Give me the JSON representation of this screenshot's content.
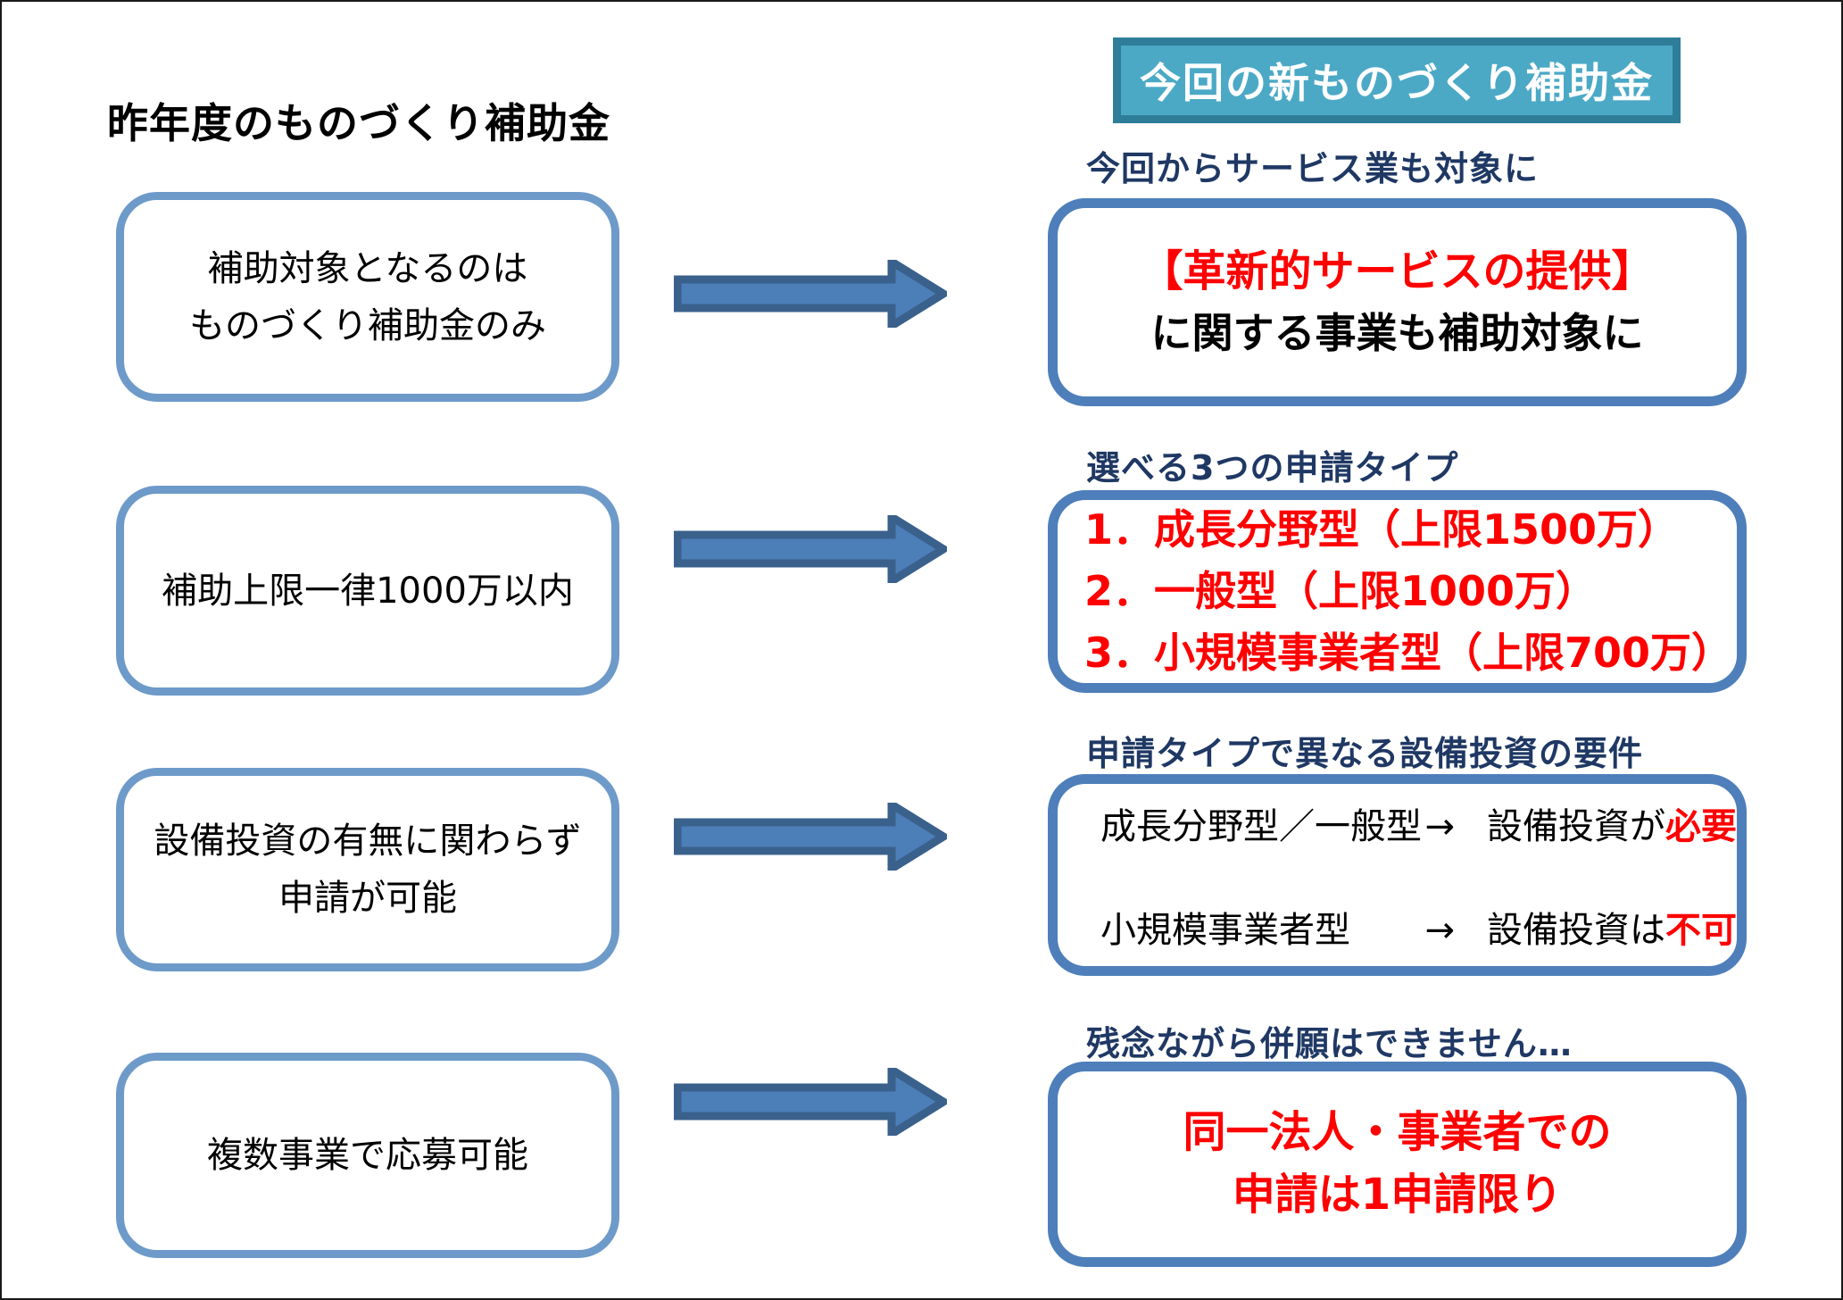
{
  "colors": {
    "box_border_left": "#6D9AC9",
    "box_border_right": "#4E7FBA",
    "arrow_fill": "#4C7EB8",
    "arrow_stroke": "#3A618C",
    "teal_fill": "#4BA9C6",
    "teal_border": "#2E7D99",
    "label_navy": "#1F3864",
    "red": "#FF0000"
  },
  "left_title": "昨年度のものづくり補助金",
  "right_header": "今回の新ものづくり補助金",
  "row1": {
    "left_line1": "補助対象となるのは",
    "left_line2": "ものづくり補助金のみ",
    "label": "今回からサービス業も対象に",
    "right_line1": "【革新的サービスの提供】",
    "right_line2": "に関する事業も補助対象に"
  },
  "row2": {
    "left_line1": "補助上限一律1000万以内",
    "label": "選べる3つの申請タイプ",
    "item1": "1．成長分野型（上限1500万）",
    "item2": "2．一般型（上限1000万）",
    "item3": "3．小規模事業者型（上限700万）"
  },
  "row3": {
    "left_line1": "設備投資の有無に関わらず",
    "left_line2": "申請が可能",
    "label": "申請タイプで異なる設備投資の要件",
    "line1_type": "成長分野型／一般型",
    "line1_arrow": "→",
    "line1_text": "設備投資が",
    "line1_em": "必要",
    "line2_type": "小規模事業者型",
    "line2_arrow": "→",
    "line2_text": "設備投資は",
    "line2_em": "不可"
  },
  "row4": {
    "left_line1": "複数事業で応募可能",
    "label": "残念ながら併願はできません…",
    "right_line1": "同一法人・事業者での",
    "right_line2": "申請は1申請限り"
  }
}
